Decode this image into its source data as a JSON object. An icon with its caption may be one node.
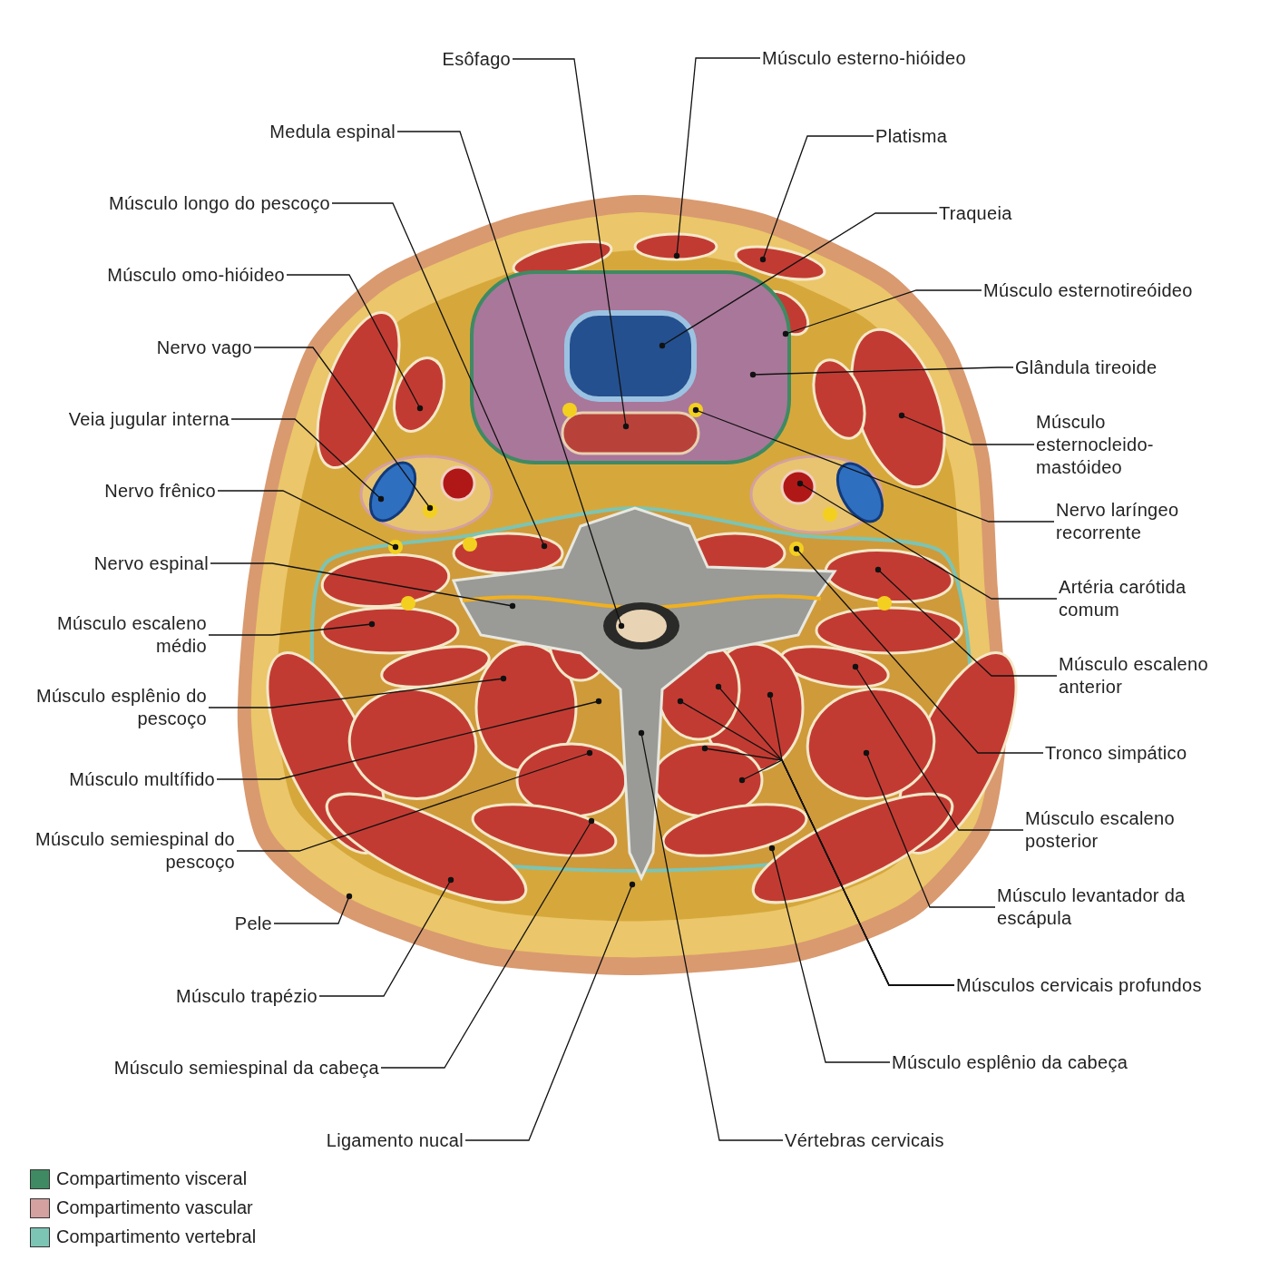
{
  "diagram": {
    "nodes": [
      {
        "text": [
          "Esôfago"
        ]
      },
      {
        "text": [
          "Medula espinal"
        ]
      },
      {
        "text": [
          "Músculo longo do pescoço"
        ]
      },
      {
        "text": [
          "Músculo omo-hióideo"
        ]
      },
      {
        "text": [
          "Nervo vago"
        ]
      },
      {
        "text": [
          "Veia jugular interna"
        ]
      },
      {
        "text": [
          "Nervo frênico"
        ]
      },
      {
        "text": [
          "Nervo espinal"
        ]
      },
      {
        "text": [
          "Músculo escaleno médio"
        ]
      },
      {
        "text": [
          "Músculo esplênio do pescoço"
        ]
      },
      {
        "text": [
          "Músculo multífido"
        ]
      },
      {
        "text": [
          "Músculo semiespinal do pescoço"
        ]
      },
      {
        "text": [
          "Pele"
        ]
      },
      {
        "text": [
          "Músculo trapézio"
        ]
      },
      {
        "text": [
          "Músculo semiespinal da cabeça"
        ]
      },
      {
        "text": [
          "Ligamento nucal"
        ]
      },
      {
        "text": [
          "Vértebras cervicais"
        ]
      },
      {
        "text": [
          "Músculo esplênio da cabeça"
        ]
      },
      {
        "text": [
          "Músculos cervicais profundos"
        ]
      },
      {
        "text": [
          "Músculo levantador da escápula"
        ]
      },
      {
        "text": [
          "Músculo escaleno posterior"
        ]
      },
      {
        "text": [
          "Tronco simpático"
        ]
      },
      {
        "text": [
          "Músculo escaleno anterior"
        ]
      },
      {
        "text": [
          "Artéria carótida comum"
        ]
      },
      {
        "text": [
          "Nervo laríngeo recorrente"
        ]
      },
      {
        "text": [
          "Músculo esternocleido-mastóideo"
        ]
      },
      {
        "text": [
          "Glândula tireoide"
        ]
      },
      {
        "text": [
          "Músculo esternotireóideo"
        ]
      },
      {
        "text": [
          "Traqueia"
        ]
      },
      {
        "text": [
          "Platisma"
        ]
      },
      {
        "text": [
          "Músculo esterno-hióideo"
        ]
      }
    ],
    "edges": [
      {
        "from": 0,
        "to": null,
        "arrow": "other"
      },
      {
        "from": 1,
        "to": null,
        "arrow": "other"
      },
      {
        "from": 2,
        "to": null,
        "arrow": "other"
      },
      {
        "from": 3,
        "to": null,
        "arrow": "other"
      },
      {
        "from": 4,
        "to": null,
        "arrow": "other"
      },
      {
        "from": 5,
        "to": null,
        "arrow": "other"
      },
      {
        "from": 6,
        "to": null,
        "arrow": "other"
      },
      {
        "from": 7,
        "to": null,
        "arrow": "other"
      },
      {
        "from": 8,
        "to": null,
        "arrow": "other"
      },
      {
        "from": 9,
        "to": null,
        "arrow": "other"
      },
      {
        "from": 10,
        "to": null,
        "arrow": "other"
      },
      {
        "from": 11,
        "to": null,
        "arrow": "other"
      },
      {
        "from": 12,
        "to": null,
        "arrow": "other"
      },
      {
        "from": 13,
        "to": null,
        "arrow": "other"
      },
      {
        "from": 14,
        "to": null,
        "arrow": "other"
      },
      {
        "from": 15,
        "to": null,
        "arrow": "other"
      },
      {
        "from": 16,
        "to": null,
        "arrow": "other"
      },
      {
        "from": 17,
        "to": null,
        "arrow": "other"
      },
      {
        "from": 18,
        "to": null,
        "arrow": "other"
      },
      {
        "from": 18,
        "to": null,
        "arrow": "other"
      },
      {
        "from": 18,
        "to": null,
        "arrow": "other"
      },
      {
        "from": 18,
        "to": null,
        "arrow": "other"
      },
      {
        "from": 18,
        "to": null,
        "arrow": "other"
      },
      {
        "from": 19,
        "to": null,
        "arrow": "other"
      },
      {
        "from": 20,
        "to": null,
        "arrow": "other"
      },
      {
        "from": 21,
        "to": null,
        "arrow": "other"
      },
      {
        "from": 22,
        "to": null,
        "arrow": "other"
      },
      {
        "from": 23,
        "to": null,
        "arrow": "other"
      },
      {
        "from": 24,
        "to": null,
        "arrow": "other"
      },
      {
        "from": 25,
        "to": null,
        "arrow": "other"
      },
      {
        "from": 26,
        "to": null,
        "arrow": "other"
      },
      {
        "from": 27,
        "to": null,
        "arrow": "other"
      },
      {
        "from": 28,
        "to": null,
        "arrow": "other"
      },
      {
        "from": 29,
        "to": null,
        "arrow": "other"
      },
      {
        "from": 30,
        "to": null,
        "arrow": "other"
      }
    ],
    "legend": [
      {
        "text": "Compartimento visceral",
        "color": "#3f8a63"
      },
      {
        "text": "Compartimento vascular",
        "color": "#d4a0a0"
      },
      {
        "text": "Compartimento vertebral",
        "color": "#7cc4b4"
      }
    ]
  }
}
